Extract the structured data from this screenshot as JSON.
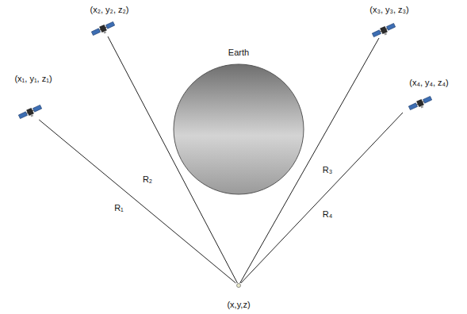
{
  "diagram": {
    "nodes": [
      {
        "text": [
          "(x₂, y₂, z₂)"
        ]
      },
      {
        "text": [
          "(x₃, y₃, z₃)"
        ]
      },
      {
        "text": [
          "(x₁, y₁, z₁)"
        ]
      },
      {
        "text": [
          "Earth"
        ]
      },
      {
        "text": [
          "(x₄, y₄, z₄)"
        ]
      },
      {
        "text": [
          "(x,y,z)"
        ]
      }
    ],
    "edges": [
      {
        "from": 2,
        "to": 5,
        "arrow": "none",
        "label": "R₁"
      },
      {
        "from": 0,
        "to": 5,
        "arrow": "none",
        "label": "R₂"
      },
      {
        "from": 1,
        "to": 5,
        "arrow": "none",
        "label": "R₃"
      },
      {
        "from": 4,
        "to": 5,
        "arrow": "none",
        "label": "R₄"
      }
    ]
  }
}
